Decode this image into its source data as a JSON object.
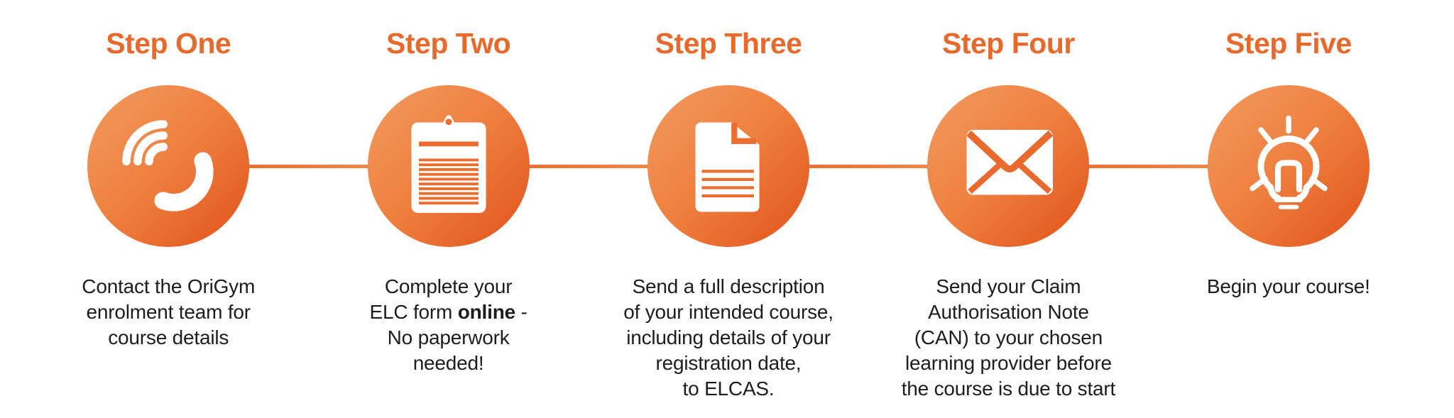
{
  "theme": {
    "background": "#FFFFFF",
    "title_orange": "#E8692C",
    "circle_gradient_start": "#F39A60",
    "circle_gradient_end": "#E25119",
    "connector_orange": "#EC7A3D",
    "icon_accent_orange": "#EB6D30",
    "body_text_color": "#1D1D1B"
  },
  "steps": [
    {
      "title": "Step One",
      "icon": "phone-call-icon",
      "lines": [
        "Contact the OriGym",
        "enrolment team for",
        "course details"
      ]
    },
    {
      "title": "Step Two",
      "icon": "clipboard-form-icon",
      "line1": "Complete your",
      "line2_pre": "ELC form ",
      "line2_bold": "online",
      "line2_post": " -",
      "line3": "No paperwork",
      "line4": "needed!"
    },
    {
      "title": "Step Three",
      "icon": "document-icon",
      "lines": [
        "Send a full description",
        "of your intended course,",
        "including details of your",
        "registration date,",
        "to ELCAS."
      ]
    },
    {
      "title": "Step Four",
      "icon": "envelope-icon",
      "lines": [
        "Send your Claim",
        "Authorisation Note",
        "(CAN) to your chosen",
        "learning provider before",
        "the course is due to start"
      ]
    },
    {
      "title": "Step Five",
      "icon": "lightbulb-icon",
      "lines": [
        "Begin your course!"
      ]
    }
  ]
}
